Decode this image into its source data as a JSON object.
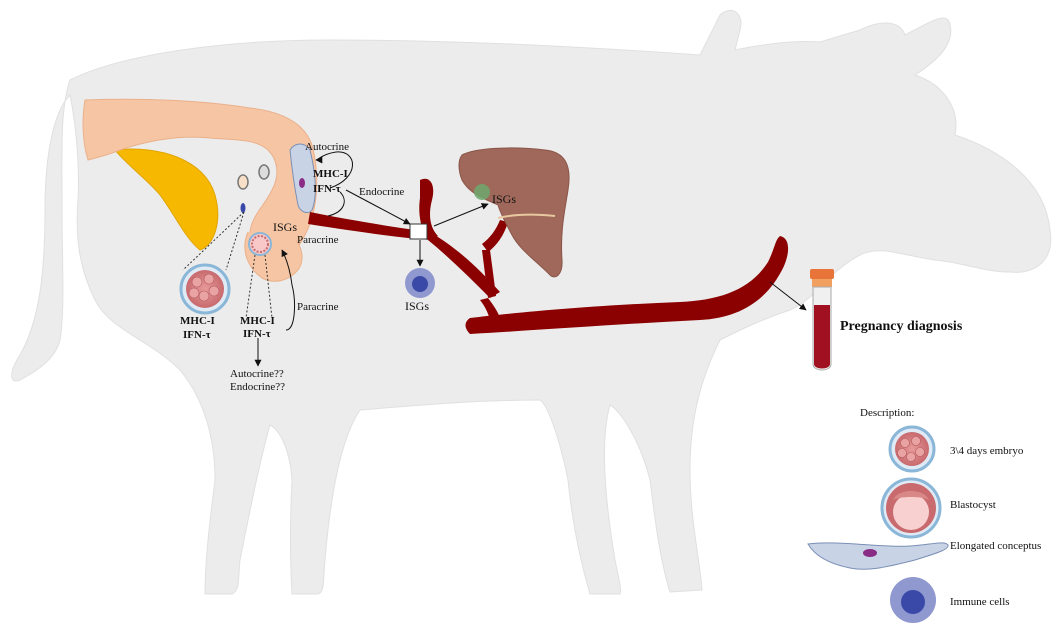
{
  "labels": {
    "autocrine_top": "Autocrine",
    "mhc_top": "MHC-I",
    "ifn_top": "IFN-τ",
    "endocrine_top": "Endocrine",
    "isgs_uterus": "ISGs",
    "paracrine_top": "Paracrine",
    "paracrine_right": "Paracrine",
    "mhc_left": "MHC-I",
    "ifn_left": "IFN-τ",
    "mhc_mid": "MHC-I",
    "ifn_mid": "IFN-τ",
    "autocrine_q": "Autocrine??",
    "endocrine_q": "Endocrine??",
    "isgs_liver": "ISGs",
    "isgs_immune": "ISGs",
    "pregnancy_diagnosis": "Pregnancy diagnosis"
  },
  "legend": {
    "title": "Description:",
    "items": [
      {
        "label": "3\\4 days embryo",
        "icon": "embryo-icon"
      },
      {
        "label": "Blastocyst",
        "icon": "blastocyst-icon"
      },
      {
        "label": "Elongated conceptus",
        "icon": "conceptus-icon"
      },
      {
        "label": "Immune cells",
        "icon": "immune-cell-icon"
      }
    ]
  },
  "colors": {
    "cow_body": "#ececec",
    "uterus": "#f6c6a4",
    "ovary": "#f6b800",
    "blood_vessel": "#8b0000",
    "liver": "#a0685a",
    "immune_cell": "#8f98cf",
    "immune_nucleus": "#3a48a8",
    "tube_cap": "#e8743a"
  }
}
